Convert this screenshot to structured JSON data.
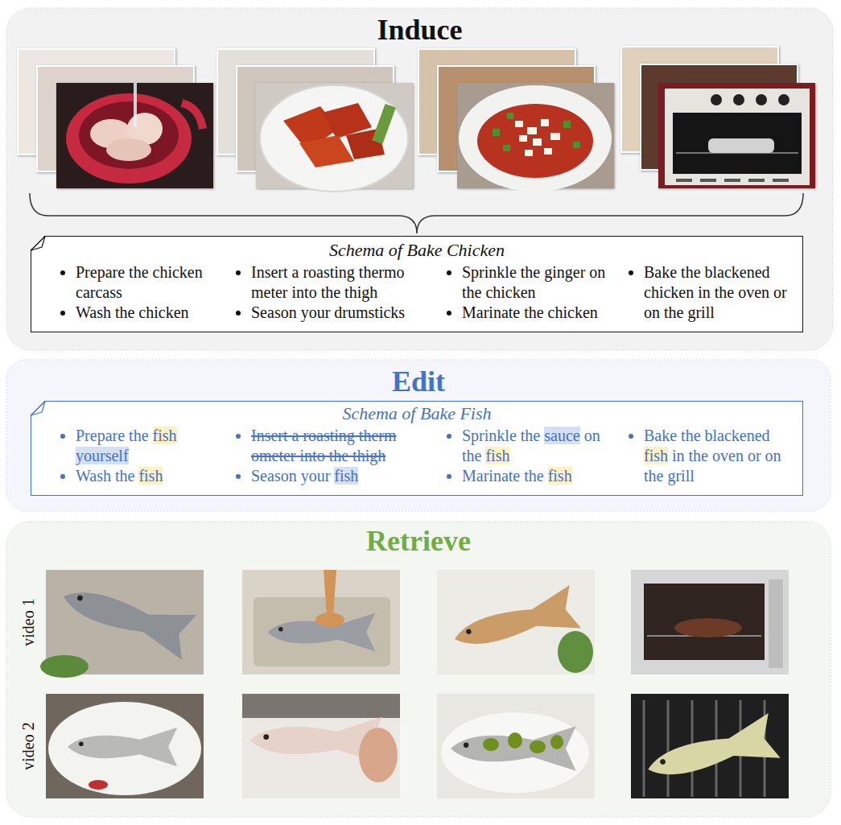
{
  "diagram": {
    "nodes": [
      {
        "text": [
          "Induce"
        ]
      },
      {
        "text": [
          "Schema of Bake Chicken",
          "Prepare the chicken carcass",
          "Wash the chicken",
          "Insert a roasting thermo meter into the thigh",
          "Season your drumsticks",
          "Sprinkle the ginger on the chicken",
          "Marinate the chicken",
          "Bake the blackened chicken in the oven or on the grill"
        ],
        "in": 0
      },
      {
        "text": [
          "Edit"
        ]
      },
      {
        "text": [
          "Schema of Bake Fish",
          "Prepare the fish yourself",
          "Wash the fish",
          "Insert a roasting therm ometer into the thigh",
          "Season your fish",
          "Sprinkle the sauce on the fish",
          "Marinate the fish",
          "Bake the blackened fish in the oven or on the grill"
        ],
        "in": 2
      },
      {
        "text": [
          "Retrieve"
        ]
      }
    ],
    "labels": [
      "video 1",
      "video 2"
    ]
  }
}
